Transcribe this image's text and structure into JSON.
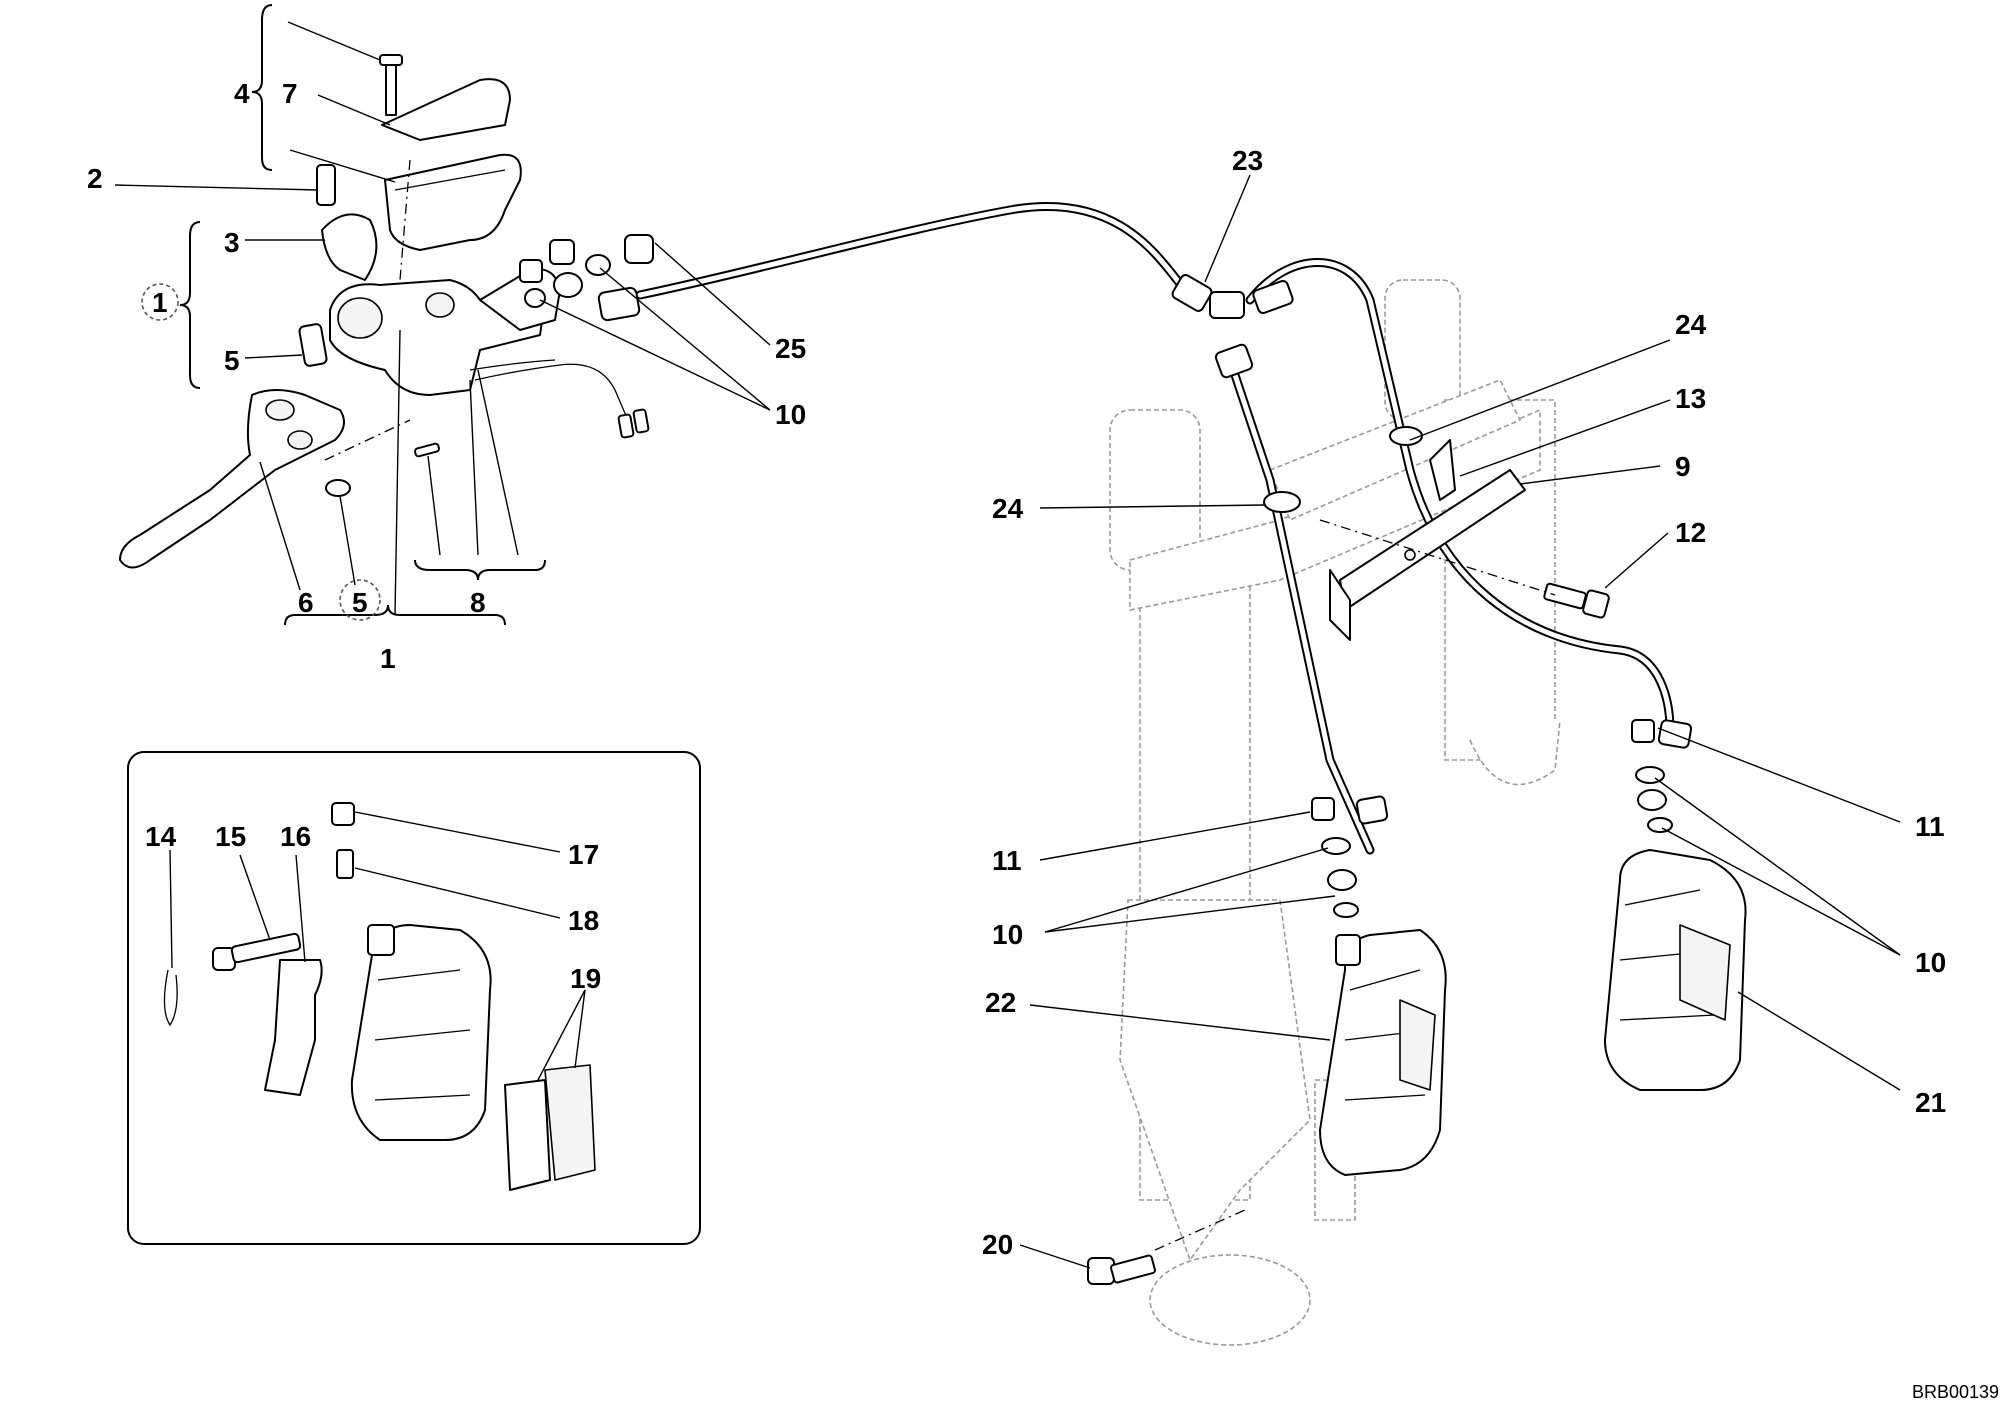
{
  "diagram": {
    "drawing_code": "BRB00139",
    "callouts": [
      {
        "id": "c4",
        "label": "4"
      },
      {
        "id": "c7",
        "label": "7"
      },
      {
        "id": "c2",
        "label": "2"
      },
      {
        "id": "c3",
        "label": "3"
      },
      {
        "id": "c1a",
        "label": "1"
      },
      {
        "id": "c5a",
        "label": "5"
      },
      {
        "id": "c6",
        "label": "6"
      },
      {
        "id": "c5b",
        "label": "5"
      },
      {
        "id": "c8",
        "label": "8"
      },
      {
        "id": "c1b",
        "label": "1"
      },
      {
        "id": "c25",
        "label": "25"
      },
      {
        "id": "c10a",
        "label": "10"
      },
      {
        "id": "c23",
        "label": "23"
      },
      {
        "id": "c24a",
        "label": "24"
      },
      {
        "id": "c13",
        "label": "13"
      },
      {
        "id": "c9",
        "label": "9"
      },
      {
        "id": "c24b",
        "label": "24"
      },
      {
        "id": "c12",
        "label": "12"
      },
      {
        "id": "c11a",
        "label": "11"
      },
      {
        "id": "c11b",
        "label": "11"
      },
      {
        "id": "c10b",
        "label": "10"
      },
      {
        "id": "c10c",
        "label": "10"
      },
      {
        "id": "c22",
        "label": "22"
      },
      {
        "id": "c21",
        "label": "21"
      },
      {
        "id": "c20",
        "label": "20"
      },
      {
        "id": "c14",
        "label": "14"
      },
      {
        "id": "c15",
        "label": "15"
      },
      {
        "id": "c16",
        "label": "16"
      },
      {
        "id": "c17",
        "label": "17"
      },
      {
        "id": "c18",
        "label": "18"
      },
      {
        "id": "c19",
        "label": "19"
      }
    ]
  }
}
